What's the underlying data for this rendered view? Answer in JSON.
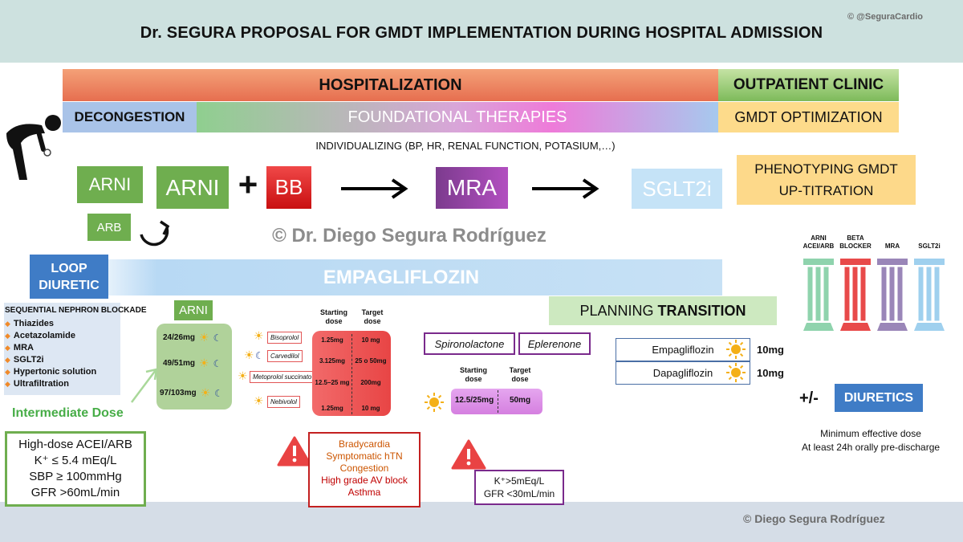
{
  "header": {
    "title": "Dr. SEGURA PROPOSAL FOR GMDT IMPLEMENTATION DURING HOSPITAL ADMISSION",
    "copyright": "© @SeguraCardio"
  },
  "phases": {
    "hospitalization": "HOSPITALIZATION",
    "outpatient": "OUTPATIENT CLINIC",
    "decongestion": "DECONGESTION",
    "foundational": "FOUNDATIONAL THERAPIES",
    "gmdt_optimization": "GMDT OPTIMIZATION",
    "individualizing": "INDIVIDUALIZING (BP, HR, RENAL FUNCTION, POTASIUM,…)"
  },
  "sequence": {
    "arni_small": "ARNI",
    "arni_big": "ARNI",
    "plus": "+",
    "bb": "BB",
    "mra": "MRA",
    "sglt2i": "SGLT2i",
    "arb": "ARB",
    "phenotyping": "PHENOTYPING GMDT",
    "uptitration": "UP-TITRATION"
  },
  "watermark": "© Dr. Diego Segura Rodríguez",
  "loop_diuretic": {
    "line1": "LOOP",
    "line2": "DIURETIC"
  },
  "empagliflozin": "EMPAGLIFLOZIN",
  "nephron": {
    "title": "SEQUENTIAL NEPHRON BLOCKADE",
    "items": [
      "Thiazides",
      "Acetazolamide",
      "MRA",
      "SGLT2i",
      "Hypertonic solution",
      "Ultrafiltration"
    ]
  },
  "arni_doses": {
    "label": "ARNI",
    "doses": [
      "24/26mg",
      "49/51mg",
      "97/103mg"
    ],
    "intermediate": "Intermediate Dose"
  },
  "criteria": [
    "High-dose ACEI/ARB",
    "K⁺ ≤ 5.4 mEq/L",
    "SBP ≥ 100mmHg",
    "GFR >60mL/min"
  ],
  "bb_doses": {
    "start_header": "Starting dose",
    "target_header": "Target dose",
    "drugs": [
      "Bisoprolol",
      "Carvedilol",
      "Metoprolol succinato",
      "Nebivolol"
    ],
    "starting": [
      "1.25mg",
      "3.125mg",
      "12.5–25 mg",
      "1.25mg"
    ],
    "target": [
      "10 mg",
      "25 o 50mg",
      "200mg",
      "10 mg"
    ]
  },
  "bb_contra": {
    "orange": [
      "Bradycardia",
      "Symptomatic hTN",
      "Congestion"
    ],
    "red": [
      "High grade AV block",
      "Asthma"
    ]
  },
  "mra_doses": {
    "drugs": [
      "Spironolactone",
      "Eplerenone"
    ],
    "start_header": "Starting dose",
    "target_header": "Target dose",
    "starting": "12.5/25mg",
    "target": "50mg"
  },
  "mra_contra": [
    "K⁺>5mEq/L",
    "GFR <30mL/min"
  ],
  "transition": {
    "prefix": "PLANNING ",
    "bold": "TRANSITION"
  },
  "sglt2i_doses": [
    {
      "drug": "Empagliflozin",
      "dose": "10mg"
    },
    {
      "drug": "Dapagliflozin",
      "dose": "10mg"
    }
  ],
  "diuretics": {
    "plus_minus": "+/-",
    "label": "DIURETICS",
    "line1": "Minimum effective dose",
    "line2": "At least 24h orally pre-discharge"
  },
  "pillars": {
    "labels": [
      "ARNI ACEI/ARB",
      "BETA BLOCKER",
      "MRA",
      "SGLT2i"
    ],
    "colors": [
      "#8fd3ad",
      "#e84a4a",
      "#9a86b8",
      "#9fd0ee"
    ]
  },
  "footer": {
    "copyright": "© Diego Segura Rodríguez"
  },
  "colors": {
    "green": "#6fae4f",
    "bb_red": "#e84545",
    "mra_purple": "#7a2a8c",
    "diuretic_blue": "#3f7cc6"
  }
}
